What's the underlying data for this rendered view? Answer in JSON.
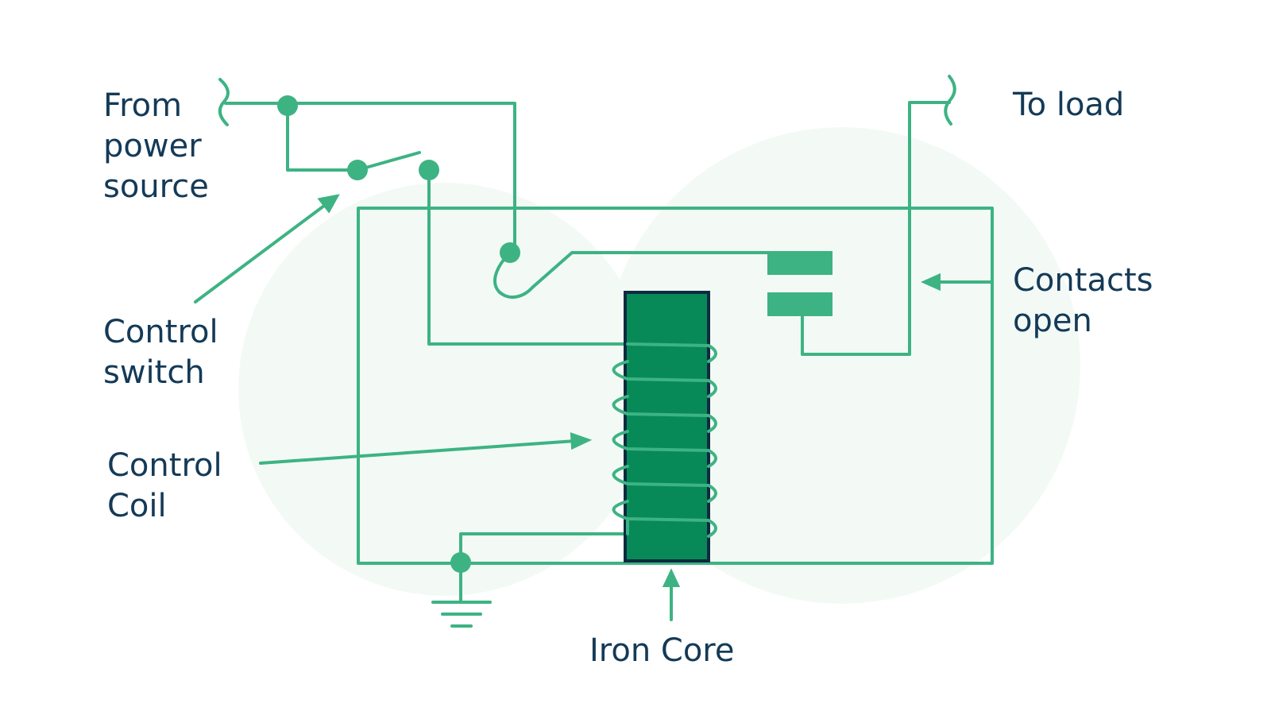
{
  "colors": {
    "line": "#3db383",
    "contact": "#3db383",
    "core_fill": "#078a58",
    "core_border": "#0f2a3f",
    "text": "#143a57",
    "watermark": "#f3faf6"
  },
  "labels": {
    "power_source": [
      "From",
      "power",
      "source"
    ],
    "control_switch": [
      "Control",
      "switch"
    ],
    "control_coil": [
      "Control",
      "Coil"
    ],
    "to_load": "To load",
    "contacts_open": [
      "Contacts",
      "open"
    ],
    "iron_core": "Iron Core"
  }
}
